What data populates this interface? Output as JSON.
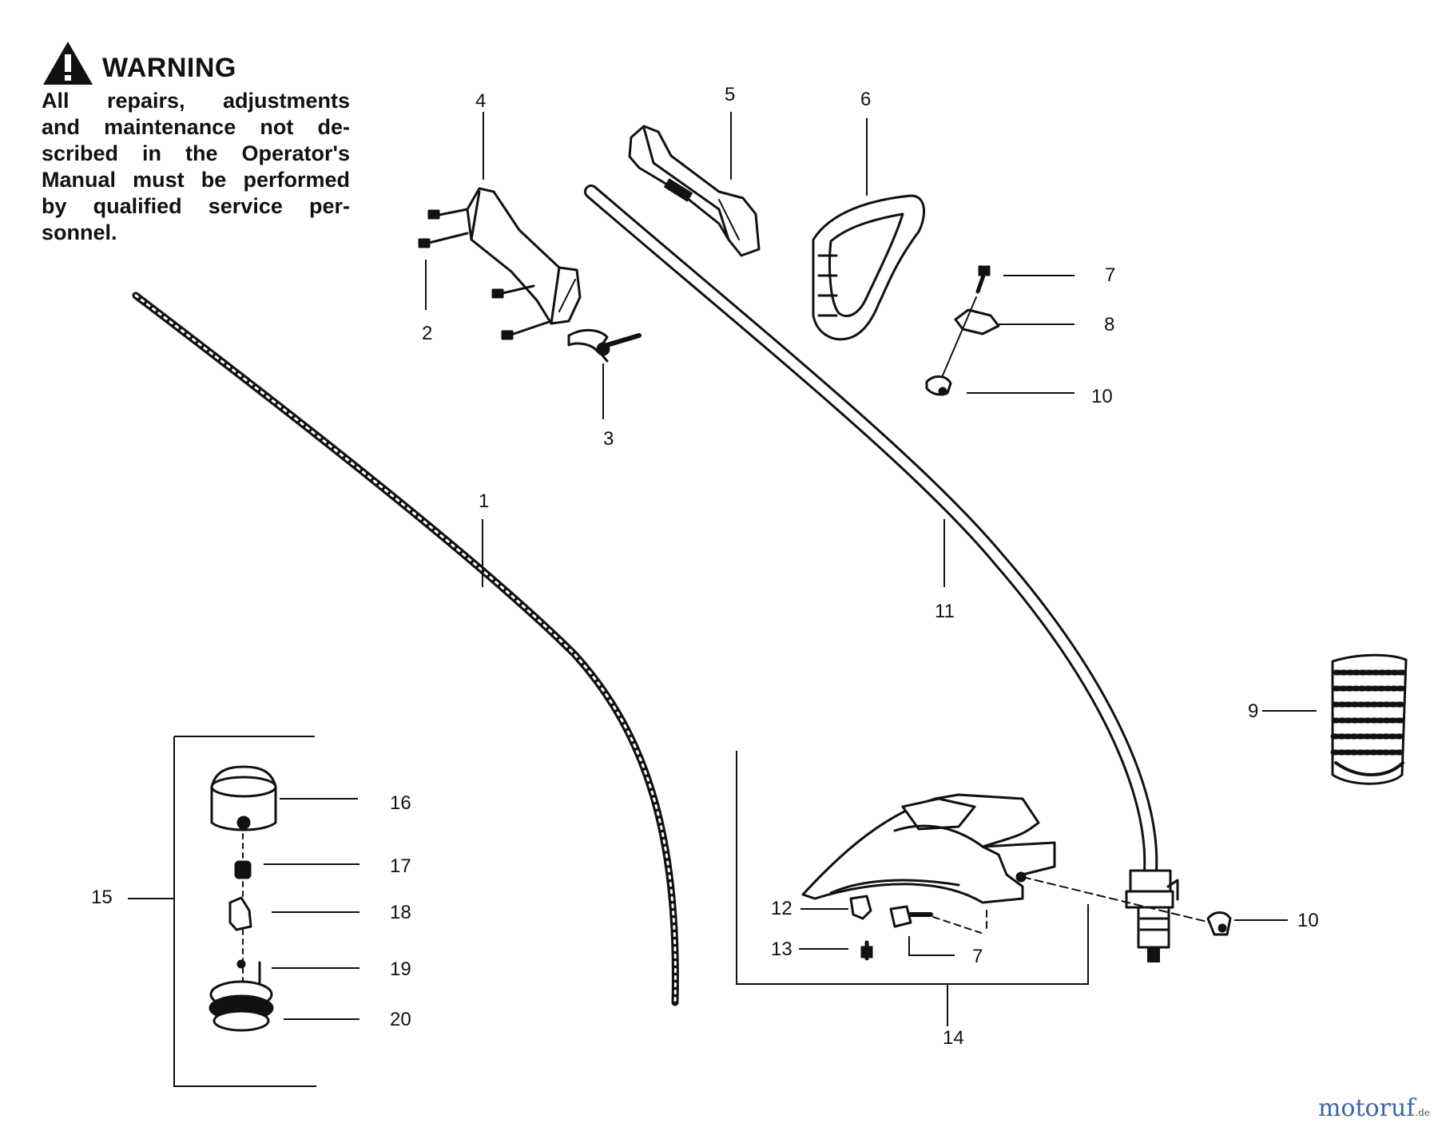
{
  "warning": {
    "title": "WARNING",
    "lines": [
      "All repairs, adjustments",
      "and maintenance not de-",
      "scribed in the Operator's",
      "Manual must be performed",
      "by qualified service per-",
      "sonnel."
    ]
  },
  "callouts": [
    "1",
    "2",
    "3",
    "4",
    "5",
    "6",
    "7",
    "8",
    "10",
    "11",
    "9",
    "16",
    "17",
    "18",
    "19",
    "20",
    "15",
    "12",
    "13",
    "7",
    "14",
    "10"
  ],
  "watermark": {
    "brand": "motoruf",
    "tld": ".de"
  },
  "colors": {
    "ink": "#111111",
    "paper": "#ffffff",
    "watermark": "#3a66a6"
  }
}
